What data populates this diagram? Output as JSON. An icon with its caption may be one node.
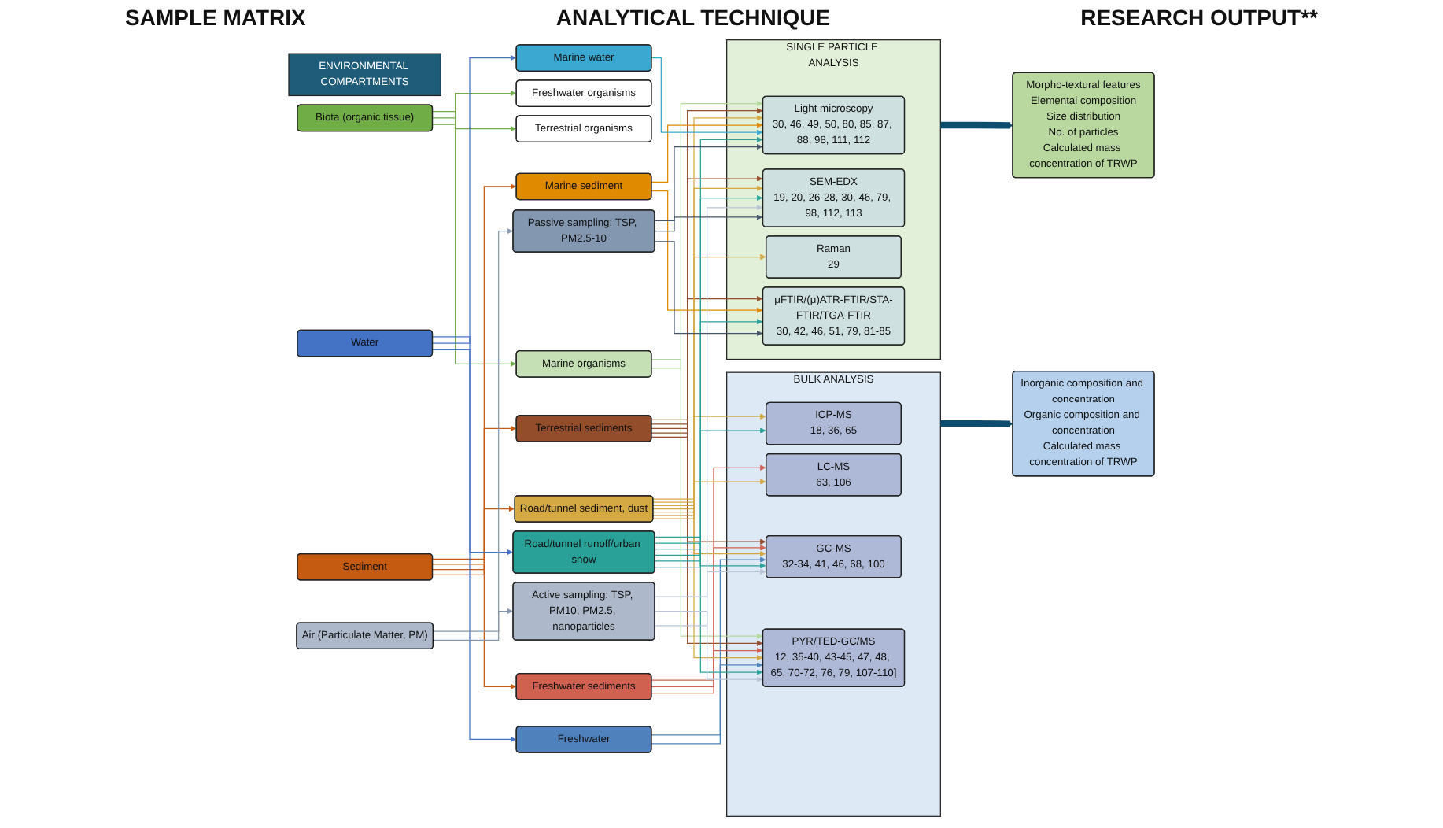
{
  "diagram": {
    "nodes": [
      {
        "text": [
          "ENVIRONMENTAL COMPARTMENTS"
        ]
      },
      {
        "text": [
          "Biota (organic tissue)"
        ]
      },
      {
        "text": [
          "Sediment"
        ]
      },
      {
        "text": [
          "Water"
        ]
      },
      {
        "text": [
          "Air (Particulate Matter, PM)"
        ]
      },
      {
        "text": [
          "Marine organisms"
        ]
      },
      {
        "text": [
          "Freshwater organisms"
        ]
      },
      {
        "text": [
          "Terrestrial organisms"
        ]
      },
      {
        "text": [
          "Terrestrial sediments"
        ]
      },
      {
        "text": [
          "Freshwater sediments"
        ]
      },
      {
        "text": [
          "Road/tunnel sediment, dust"
        ]
      },
      {
        "text": [
          "Marine sediment"
        ]
      },
      {
        "text": [
          "Freshwater"
        ]
      },
      {
        "text": [
          "Marine water"
        ]
      },
      {
        "text": [
          "Road/tunnel runoff/urban snow"
        ]
      },
      {
        "text": [
          "Active sampling: TSP, PM10, PM2.5, nanoparticles"
        ]
      },
      {
        "text": [
          "Passive sampling: TSP, PM2.5-10"
        ]
      },
      {
        "text": [
          "BULK ANALYSIS"
        ]
      },
      {
        "text": [
          "ICP-MS",
          "18, 36, 65"
        ],
        "in": 17
      },
      {
        "text": [
          "LC-MS",
          "63, 106"
        ],
        "in": 17
      },
      {
        "text": [
          "GC-MS",
          "32-34, 41, 46, 68, 100"
        ],
        "in": 17
      },
      {
        "text": [
          "PYR/TED-GC/MS",
          "12, 35-40, 43-45, 47, 48, 65, 70-72, 76, 79, 107-110]"
        ],
        "in": 17
      },
      {
        "text": [
          "SINGLE PARTICLE ANALYSIS"
        ]
      },
      {
        "text": [
          "Light microscopy",
          "30, 46, 49, 50, 80, 85, 87, 88, 98, 111, 112"
        ],
        "in": 22
      },
      {
        "text": [
          "SEM-EDX",
          "19, 20, 26-28, 30, 46, 79, 98, 112, 113"
        ],
        "in": 22
      },
      {
        "text": [
          "Raman",
          "29"
        ],
        "in": 22
      },
      {
        "text": [
          "μFTIR/(μ)ATR-FTIR/STA-FTIR/TGA-FTIR",
          "30, 42, 46, 51, 79, 81-85"
        ],
        "in": 22
      },
      {
        "text": [
          "Inorganic composition and concentration",
          "Organic composition and concentration",
          "Calculated mass concentration of TRWP"
        ]
      },
      {
        "text": [
          "Morpho-textural features",
          "Elemental composition",
          "Size distribution",
          "No. of particles",
          "Calculated mass concentration of TRWP"
        ]
      }
    ],
    "edges": [
      {
        "from": 1,
        "to": 5,
        "arrow": "to",
        "color": "#70ad47"
      },
      {
        "from": 1,
        "to": 6,
        "arrow": "to",
        "color": "#70ad47"
      },
      {
        "from": 1,
        "to": 7,
        "arrow": "to",
        "color": "#70ad47"
      },
      {
        "from": 2,
        "to": 8,
        "arrow": "to",
        "color": "#c55a11"
      },
      {
        "from": 2,
        "to": 9,
        "arrow": "to",
        "color": "#c55a11"
      },
      {
        "from": 2,
        "to": 10,
        "arrow": "to",
        "color": "#c55a11"
      },
      {
        "from": 2,
        "to": 11,
        "arrow": "to",
        "color": "#c55a11"
      },
      {
        "from": 3,
        "to": 12,
        "arrow": "to",
        "color": "#4472c4"
      },
      {
        "from": 3,
        "to": 13,
        "arrow": "to",
        "color": "#4472c4"
      },
      {
        "from": 3,
        "to": 14,
        "arrow": "to",
        "color": "#4472c4"
      },
      {
        "from": 4,
        "to": 15,
        "arrow": "to",
        "color": "#8497b0"
      },
      {
        "from": 4,
        "to": 16,
        "arrow": "to",
        "color": "#8497b0"
      },
      {
        "from": 5,
        "to": 21,
        "arrow": "to",
        "color": "#b5d99c"
      },
      {
        "from": 5,
        "to": 23,
        "arrow": "to",
        "color": "#b5d99c"
      },
      {
        "from": 8,
        "to": 20,
        "arrow": "to",
        "color": "#944d2b"
      },
      {
        "from": 8,
        "to": 21,
        "arrow": "to",
        "color": "#944d2b"
      },
      {
        "from": 8,
        "to": 23,
        "arrow": "to",
        "color": "#944d2b"
      },
      {
        "from": 8,
        "to": 24,
        "arrow": "to",
        "color": "#944d2b"
      },
      {
        "from": 8,
        "to": 26,
        "arrow": "to",
        "color": "#944d2b"
      },
      {
        "from": 9,
        "to": 19,
        "arrow": "to",
        "color": "#d0604f"
      },
      {
        "from": 9,
        "to": 20,
        "arrow": "to",
        "color": "#d0604f"
      },
      {
        "from": 9,
        "to": 21,
        "arrow": "to",
        "color": "#d0604f"
      },
      {
        "from": 10,
        "to": 18,
        "arrow": "to",
        "color": "#d4a843"
      },
      {
        "from": 10,
        "to": 19,
        "arrow": "to",
        "color": "#d4a843"
      },
      {
        "from": 10,
        "to": 20,
        "arrow": "to",
        "color": "#d4a843"
      },
      {
        "from": 10,
        "to": 21,
        "arrow": "to",
        "color": "#d4a843"
      },
      {
        "from": 10,
        "to": 23,
        "arrow": "to",
        "color": "#d4a843"
      },
      {
        "from": 10,
        "to": 24,
        "arrow": "to",
        "color": "#d4a843"
      },
      {
        "from": 10,
        "to": 25,
        "arrow": "to",
        "color": "#d4a843"
      },
      {
        "from": 11,
        "to": 23,
        "arrow": "to",
        "color": "#e08a00"
      },
      {
        "from": 11,
        "to": 26,
        "arrow": "to",
        "color": "#e08a00"
      },
      {
        "from": 12,
        "to": 20,
        "arrow": "to",
        "color": "#4f81bd"
      },
      {
        "from": 12,
        "to": 21,
        "arrow": "to",
        "color": "#4f81bd"
      },
      {
        "from": 13,
        "to": 23,
        "arrow": "to",
        "color": "#3aa8d0"
      },
      {
        "from": 14,
        "to": 18,
        "arrow": "to",
        "color": "#2aa198"
      },
      {
        "from": 14,
        "to": 20,
        "arrow": "to",
        "color": "#2aa198"
      },
      {
        "from": 14,
        "to": 21,
        "arrow": "to",
        "color": "#2aa198"
      },
      {
        "from": 14,
        "to": 23,
        "arrow": "to",
        "color": "#2aa198"
      },
      {
        "from": 14,
        "to": 24,
        "arrow": "to",
        "color": "#2aa198"
      },
      {
        "from": 14,
        "to": 26,
        "arrow": "to",
        "color": "#2aa198"
      },
      {
        "from": 15,
        "to": 20,
        "arrow": "to",
        "color": "#b8c4d6"
      },
      {
        "from": 15,
        "to": 21,
        "arrow": "to",
        "color": "#b8c4d6"
      },
      {
        "from": 15,
        "to": 24,
        "arrow": "to",
        "color": "#b8c4d6"
      },
      {
        "from": 16,
        "to": 23,
        "arrow": "to",
        "color": "#44546a"
      },
      {
        "from": 16,
        "to": 24,
        "arrow": "to",
        "color": "#44546a"
      },
      {
        "from": 16,
        "to": 26,
        "arrow": "to",
        "color": "#44546a"
      },
      {
        "from": 17,
        "to": 27,
        "arrow": "to",
        "style": "thick",
        "color": "#0e4d6e"
      },
      {
        "from": 22,
        "to": 28,
        "arrow": "to",
        "style": "thick",
        "color": "#0e4d6e"
      }
    ],
    "labels": [
      "SAMPLE MATRIX",
      "ANALYTICAL TECHNIQUE",
      "RESEARCH OUTPUT**"
    ]
  }
}
